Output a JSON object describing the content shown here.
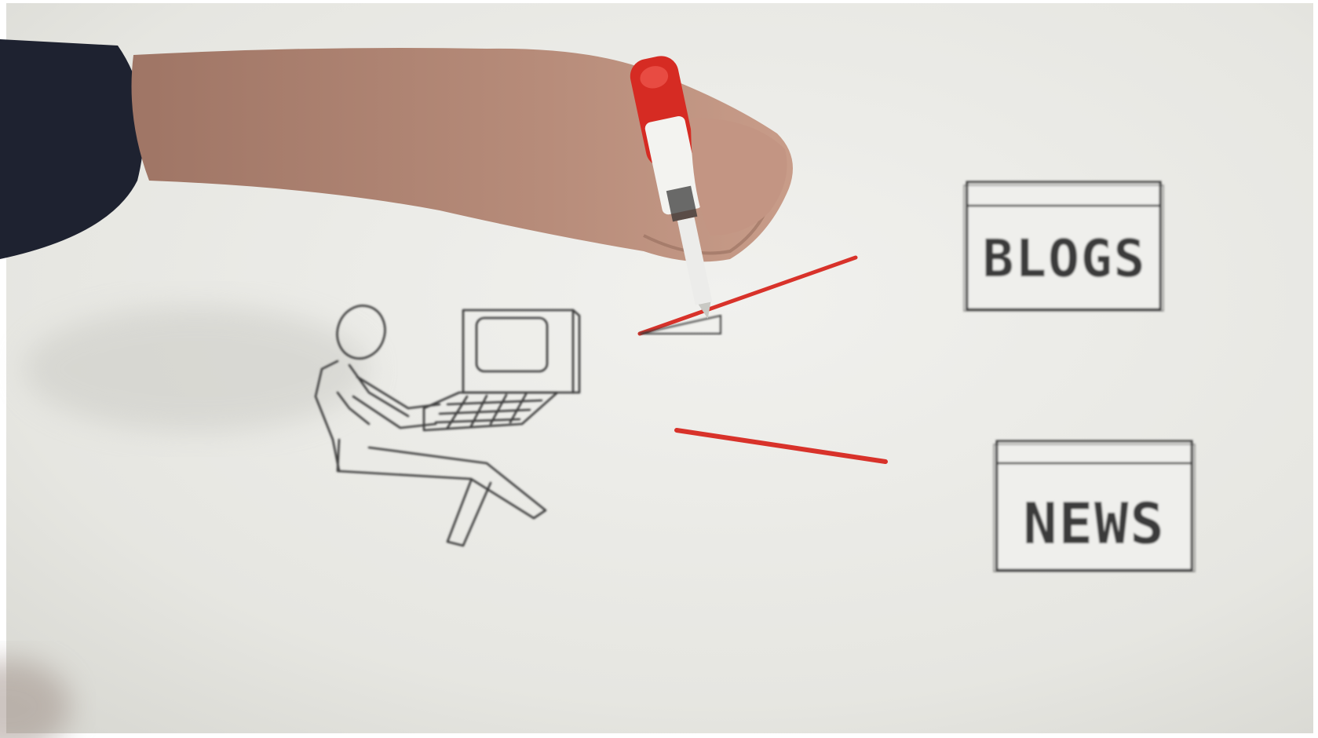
{
  "scene": {
    "subject": "whiteboard-sketch",
    "boxes": [
      {
        "label": "BLOGS"
      },
      {
        "label": "NEWS"
      }
    ],
    "colors": {
      "board": "#e8e8e4",
      "ink": "#2f2f2f",
      "marker_red": "#d8322a",
      "skin": "#b58a78",
      "sleeve": "#1e2230"
    }
  }
}
